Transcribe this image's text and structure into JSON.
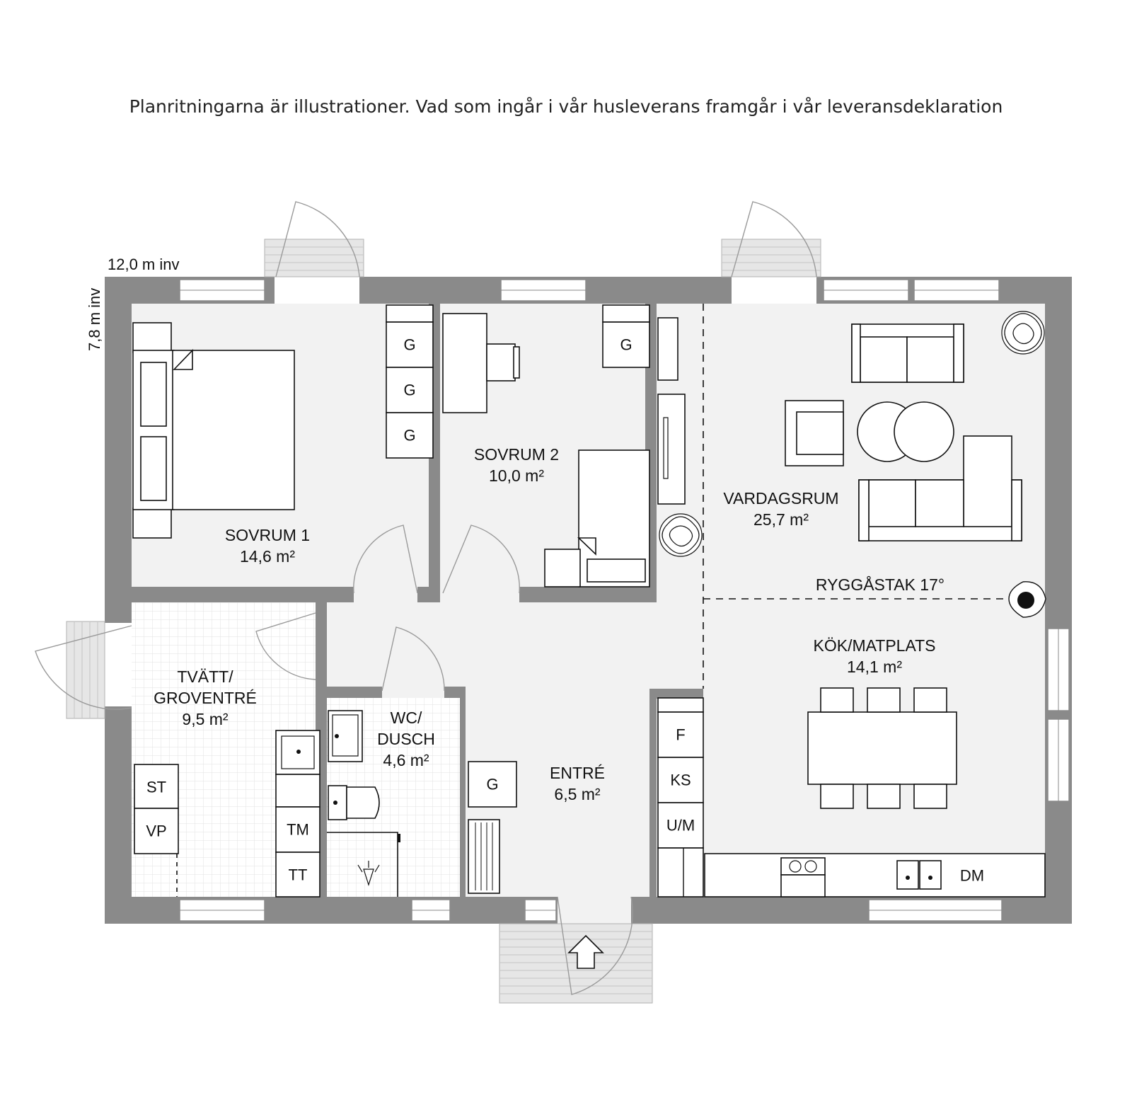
{
  "disclaimer": "Planritningarna är illustrationer. Vad som ingår i vår husleverans framgår i vår leveransdeklaration",
  "dimensions": {
    "width": "12,0 m inv",
    "depth": "7,8 m inv"
  },
  "rooms": {
    "sovrum1": {
      "name": "SOVRUM 1",
      "area": "14,6 m²"
    },
    "sovrum2": {
      "name": "SOVRUM 2",
      "area": "10,0 m²"
    },
    "vardagsrum": {
      "name": "VARDAGSRUM",
      "area": "25,7 m²"
    },
    "tvatt": {
      "name1": "TVÄTT/",
      "name2": "GROVENTRÉ",
      "area": "9,5 m²"
    },
    "wc": {
      "name1": "WC/",
      "name2": "DUSCH",
      "area": "4,6 m²"
    },
    "entre": {
      "name": "ENTRÉ",
      "area": "6,5 m²"
    },
    "kok": {
      "name": "KÖK/MATPLATS",
      "area": "14,1 m²"
    }
  },
  "roof": "RYGGÅSTAK 17°",
  "codes": {
    "wardrobe": "G",
    "freezer": "F",
    "fridge_freezer": "KS",
    "oven_micro": "U/M",
    "dishwasher": "DM",
    "drying_cabinet": "ST",
    "water_heater": "VP",
    "washer": "TM",
    "dryer": "TT"
  },
  "colors": {
    "wall": "#8a8a8a",
    "floor": "#f2f2f2",
    "lines": "#111111"
  }
}
